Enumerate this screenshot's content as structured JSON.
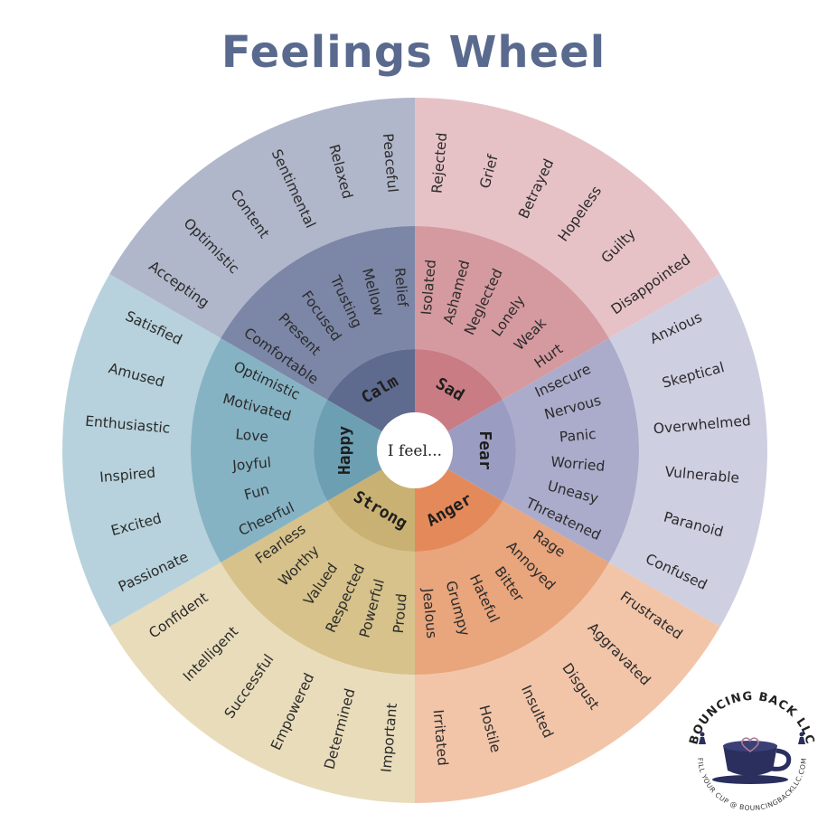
{
  "title": "Feelings Wheel",
  "center_label": "I feel...",
  "colors": {
    "title": "#5a6a8e",
    "background": "#ffffff"
  },
  "segments": [
    {
      "id": "sad",
      "label": "Sad",
      "colors": {
        "outer": "#e6c2c7",
        "middle": "#d59aa0",
        "inner": "#c97c84"
      },
      "middle_words": [
        "Isolated",
        "Ashamed",
        "Neglected",
        "Lonely",
        "Weak",
        "Hurt"
      ],
      "outer_words": [
        "Rejected",
        "Grief",
        "Betrayed",
        "Hopeless",
        "Guilty",
        "Disappointed"
      ]
    },
    {
      "id": "fear",
      "label": "Fear",
      "colors": {
        "outer": "#cfcfe2",
        "middle": "#abaccb",
        "inner": "#9b9cc2"
      },
      "middle_words": [
        "Insecure",
        "Nervous",
        "Panic",
        "Worried",
        "Uneasy",
        "Threatened"
      ],
      "outer_words": [
        "Anxious",
        "Skeptical",
        "Overwhelmed",
        "Vulnerable",
        "Paranoid",
        "Confused"
      ]
    },
    {
      "id": "anger",
      "label": "Anger",
      "colors": {
        "outer": "#f2c5a9",
        "middle": "#e9a57c",
        "inner": "#e48a5a"
      },
      "middle_words": [
        "Rage",
        "Annoyed",
        "Bitter",
        "Hateful",
        "Grumpy",
        "Jealous"
      ],
      "outer_words": [
        "Frustrated",
        "Aggravated",
        "Disgust",
        "Insulted",
        "Hostile",
        "Irritated"
      ]
    },
    {
      "id": "strong",
      "label": "Strong",
      "colors": {
        "outer": "#e9dcbb",
        "middle": "#d6c28a",
        "inner": "#c9b173"
      },
      "middle_words": [
        "Proud",
        "Powerful",
        "Respected",
        "Valued",
        "Worthy",
        "Fearless"
      ],
      "outer_words": [
        "Important",
        "Determined",
        "Empowered",
        "Successful",
        "Intelligent",
        "Confident"
      ]
    },
    {
      "id": "happy",
      "label": "Happy",
      "colors": {
        "outer": "#b7d2dc",
        "middle": "#86b3c4",
        "inner": "#6d9fb3"
      },
      "middle_words": [
        "Cheerful",
        "Fun",
        "Joyful",
        "Love",
        "Motivated",
        "Optimistic"
      ],
      "outer_words": [
        "Passionate",
        "Excited",
        "Inspired",
        "Enthusiastic",
        "Amused",
        "Satisfied"
      ]
    },
    {
      "id": "calm",
      "label": "Calm",
      "colors": {
        "outer": "#b1b7ca",
        "middle": "#7c87a7",
        "inner": "#5e6a8e"
      },
      "middle_words": [
        "Comfortable",
        "Present",
        "Focused",
        "Trusting",
        "Mellow",
        "Relief"
      ],
      "outer_words": [
        "Accepting",
        "Optimistic",
        "Content",
        "Sentimental",
        "Relaxed",
        "Peaceful"
      ]
    }
  ],
  "logo": {
    "brand": "BOUNCING BACK LLC",
    "tagline": "FILL YOUR CUP @ BOUNCINGBACKLLC.COM",
    "colors": {
      "cup": "#2a2f5e",
      "heart": "#b07a93"
    }
  }
}
